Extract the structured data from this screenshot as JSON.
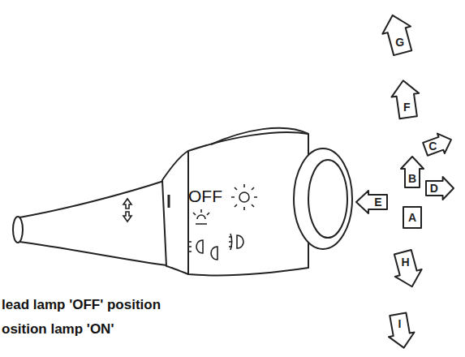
{
  "diagram": {
    "nodes": [
      {
        "text": [
          "G"
        ]
      },
      {
        "text": [
          "F"
        ]
      },
      {
        "text": [
          "C"
        ]
      },
      {
        "text": [
          "B"
        ]
      },
      {
        "text": [
          "D"
        ]
      },
      {
        "text": [
          "E"
        ]
      },
      {
        "text": [
          "A"
        ]
      },
      {
        "text": [
          "H"
        ]
      },
      {
        "text": [
          "I"
        ]
      }
    ],
    "labels": [
      "OFF",
      "lead lamp 'OFF' position",
      "osition lamp 'ON'"
    ]
  }
}
